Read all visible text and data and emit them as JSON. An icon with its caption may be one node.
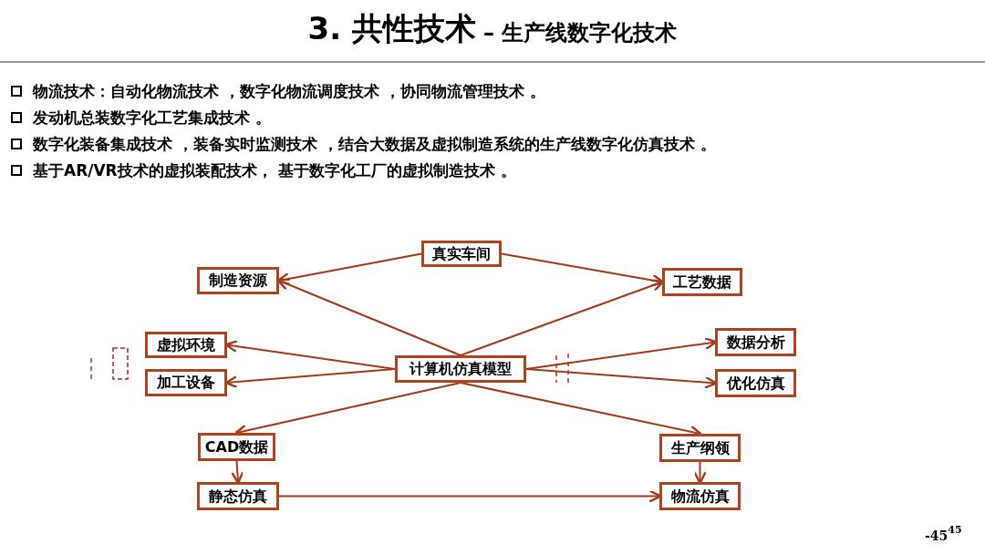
{
  "diagram": {
    "title": "3. 共性技术",
    "nodes": [
      {
        "text": [
          "真实车间"
        ]
      },
      {
        "text": [
          "制造资源"
        ]
      },
      {
        "text": [
          "工艺数据"
        ]
      },
      {
        "text": [
          "虚拟环境"
        ]
      },
      {
        "text": [
          "加工设备"
        ]
      },
      {
        "text": [
          "计算机仿真模型"
        ]
      },
      {
        "text": [
          "数据分析"
        ]
      },
      {
        "text": [
          "优化仿真"
        ]
      },
      {
        "text": [
          "CAD数据"
        ]
      },
      {
        "text": [
          "生产纲领"
        ]
      },
      {
        "text": [
          "静态仿真"
        ]
      },
      {
        "text": [
          "物流仿真"
        ]
      }
    ],
    "edges": [
      {
        "from": 0,
        "to": 1,
        "arrow": "to"
      },
      {
        "from": 0,
        "to": 2,
        "arrow": "to"
      },
      {
        "from": 5,
        "to": 1,
        "arrow": "to"
      },
      {
        "from": 5,
        "to": 2,
        "arrow": "to"
      },
      {
        "from": 5,
        "to": 3,
        "arrow": "to"
      },
      {
        "from": 5,
        "to": 4,
        "arrow": "to"
      },
      {
        "from": 5,
        "to": 6,
        "arrow": "to"
      },
      {
        "from": 5,
        "to": 7,
        "arrow": "to"
      },
      {
        "from": 5,
        "to": 8,
        "arrow": "to"
      },
      {
        "from": 5,
        "to": 9,
        "arrow": "to"
      },
      {
        "from": 8,
        "to": 10,
        "arrow": "to"
      },
      {
        "from": 9,
        "to": 11,
        "arrow": "to"
      },
      {
        "from": 10,
        "to": 11,
        "arrow": "to"
      }
    ],
    "labels": [
      "– 生产线数字化技术",
      "物流技术：自动化物流技术 ，数字化物流调度技术 ，协同物流管理技术 。",
      "发动机总装数字化工艺集成技术 。",
      "数字化装备集成技术 ，装备实时监测技术 ，结合大数据及虚拟制造系统的生产线数字化仿真技术 。",
      "基于AR/VR技术的虚拟装配技术， 基于数字化工厂的虚拟制造技术 。",
      "-45",
      "45"
    ]
  }
}
